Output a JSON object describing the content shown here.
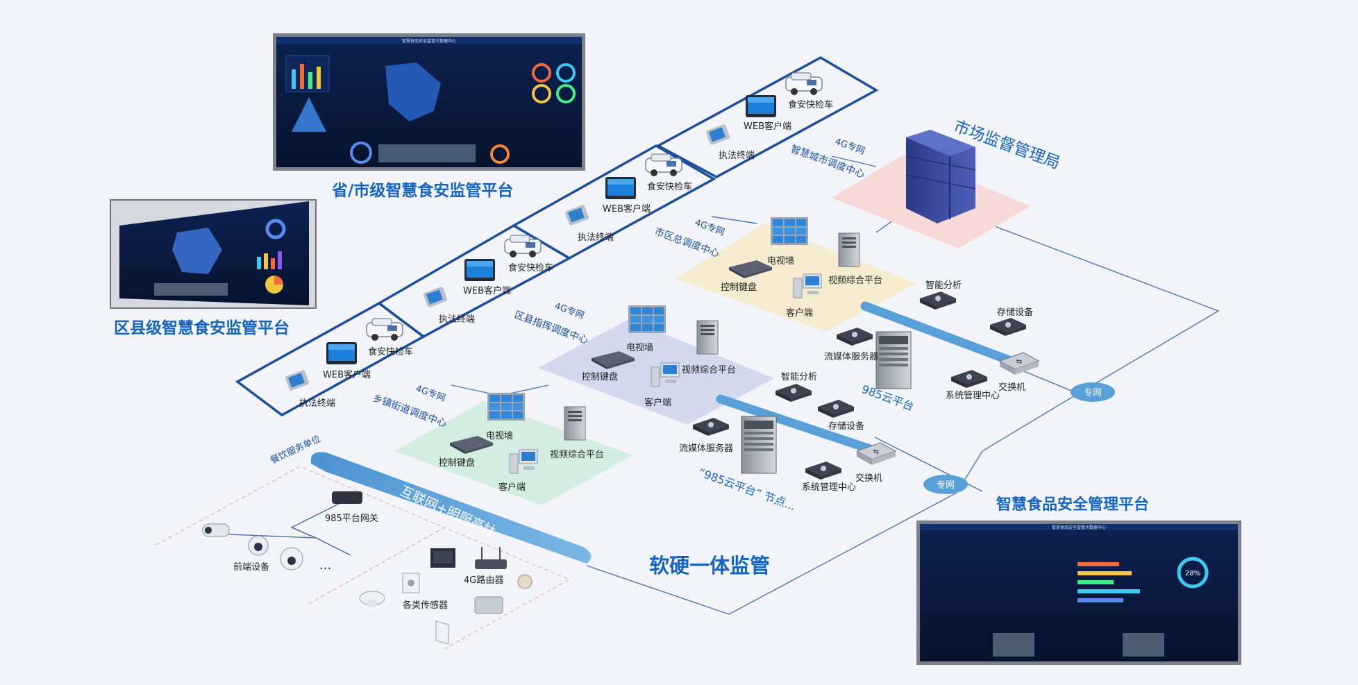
{
  "colors": {
    "background": "#f2f4f9",
    "accent_blue": "#1b4f9c",
    "title_blue": "#1565c0",
    "band_blue": "#5aa0d8",
    "tile_pink": "#f6d9d6",
    "tile_beige": "#f5eccf",
    "tile_lavender": "#d3d8ef",
    "tile_mint": "#d4ede2",
    "dashboard_bg": "#0b1a3d"
  },
  "platforms": {
    "province": "省/市级智慧食安监管平台",
    "district": "区县级智慧食安监管平台",
    "smart_food": "智慧食品安全管理平台",
    "hw_sw": "软硬一体监管",
    "bureau": "市场监督管理局"
  },
  "dashboard": {
    "title": "智慧食品安全监管大数据中心",
    "gauge_value": "28%"
  },
  "centers": {
    "city": "智慧城市调度中心",
    "district": "市区总调度中心",
    "street_cmd": "区县指挥调度中心",
    "street": "乡镇街道调度中心"
  },
  "labels": {
    "net_4g": "4G专网",
    "private_net": "专网",
    "vehicle": "食安快检车",
    "web": "WEB客户端",
    "terminal": "执法终端",
    "video_wall": "电视墙",
    "keyboard": "控制键盘",
    "client": "客户端",
    "video_platform": "视频综合平台",
    "smart_analysis": "智能分析",
    "storage": "存储设备",
    "stream_server": "流媒体服务器",
    "switch": "交换机",
    "sys_mgmt": "系统管理中心",
    "cloud_985": "985云平台",
    "cloud_node": "“985云平台” 节点...",
    "internet_band": "互联网+明厨亮灶",
    "catering": "餐饮服务单位",
    "gateway": "985平台网关",
    "front_device": "前端设备",
    "sensors": "各类传感器",
    "router": "4G路由器",
    "ellipsis": "..."
  }
}
